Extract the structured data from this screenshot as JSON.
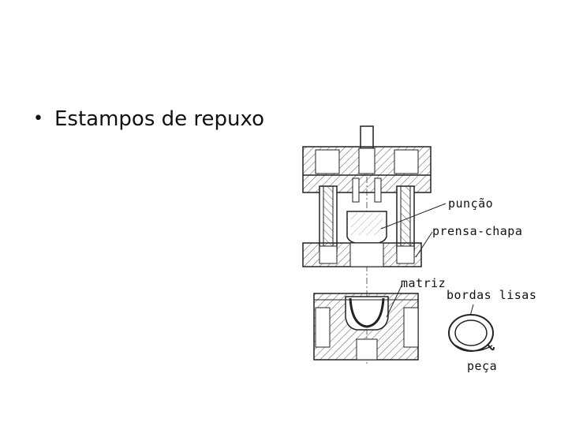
{
  "slide": {
    "bullet_text": "Estampos de repuxo"
  },
  "figure": {
    "labels": {
      "puncao": "punção",
      "prensa_chapa": "prensa-chapa",
      "matriz": "matriz",
      "bordas_lisas": "bordas lisas",
      "peca": "peça"
    }
  }
}
